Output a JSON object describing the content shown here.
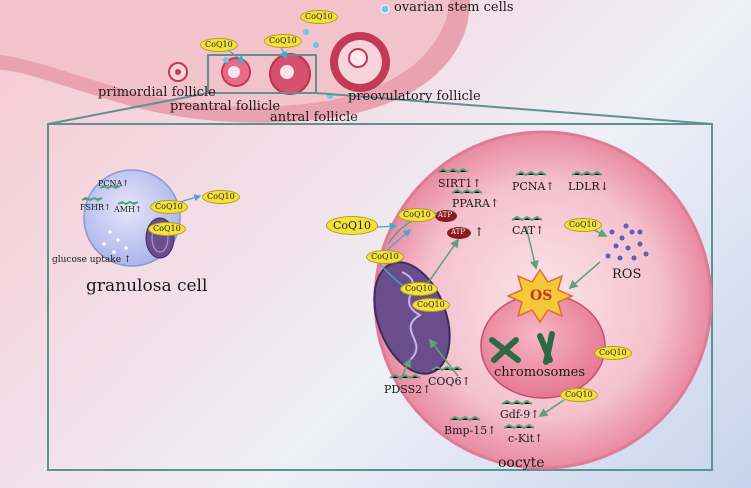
{
  "top": {
    "ovarian_stem_cells": "ovarian stem cells",
    "primordial_follicle": "primordial follicle",
    "preantral_follicle": "preantral follicle",
    "antral_follicle": "antral follicle",
    "preovulatory_follicle": "preovulatory follicle"
  },
  "coq_label": "CoQ10",
  "granulosa": {
    "title": "granulosa cell",
    "pcna": "PCNA↑",
    "fshr": "FSHR↑",
    "amh": "AMH↑",
    "glucose": "glucose uptake ↑"
  },
  "oocyte": {
    "title": "oocyte",
    "sirt1": "SIRT1↑",
    "ppara": "PPARA↑",
    "pcna": "PCNA↑",
    "ldlr": "LDLR↓",
    "cat": "CAT↑",
    "atp": "ATP",
    "atp_arrow": "↑",
    "os": "OS",
    "ros": "ROS",
    "chromosomes": "chromosomes",
    "pdss2": "PDSS2↑",
    "coq6": "COQ6↑",
    "gdf9": "Gdf-9↑",
    "bmp15": "Bmp-15↑",
    "ckit": "c-Kit↑"
  },
  "colors": {
    "follicle_red": "#c23a55",
    "ovary_pink": "#e79aa8",
    "box_teal": "#5f9191",
    "coq_yellow": "#f4e13c",
    "mito_purple": "#6a4e8c",
    "os_burst": "#f5c83a"
  }
}
